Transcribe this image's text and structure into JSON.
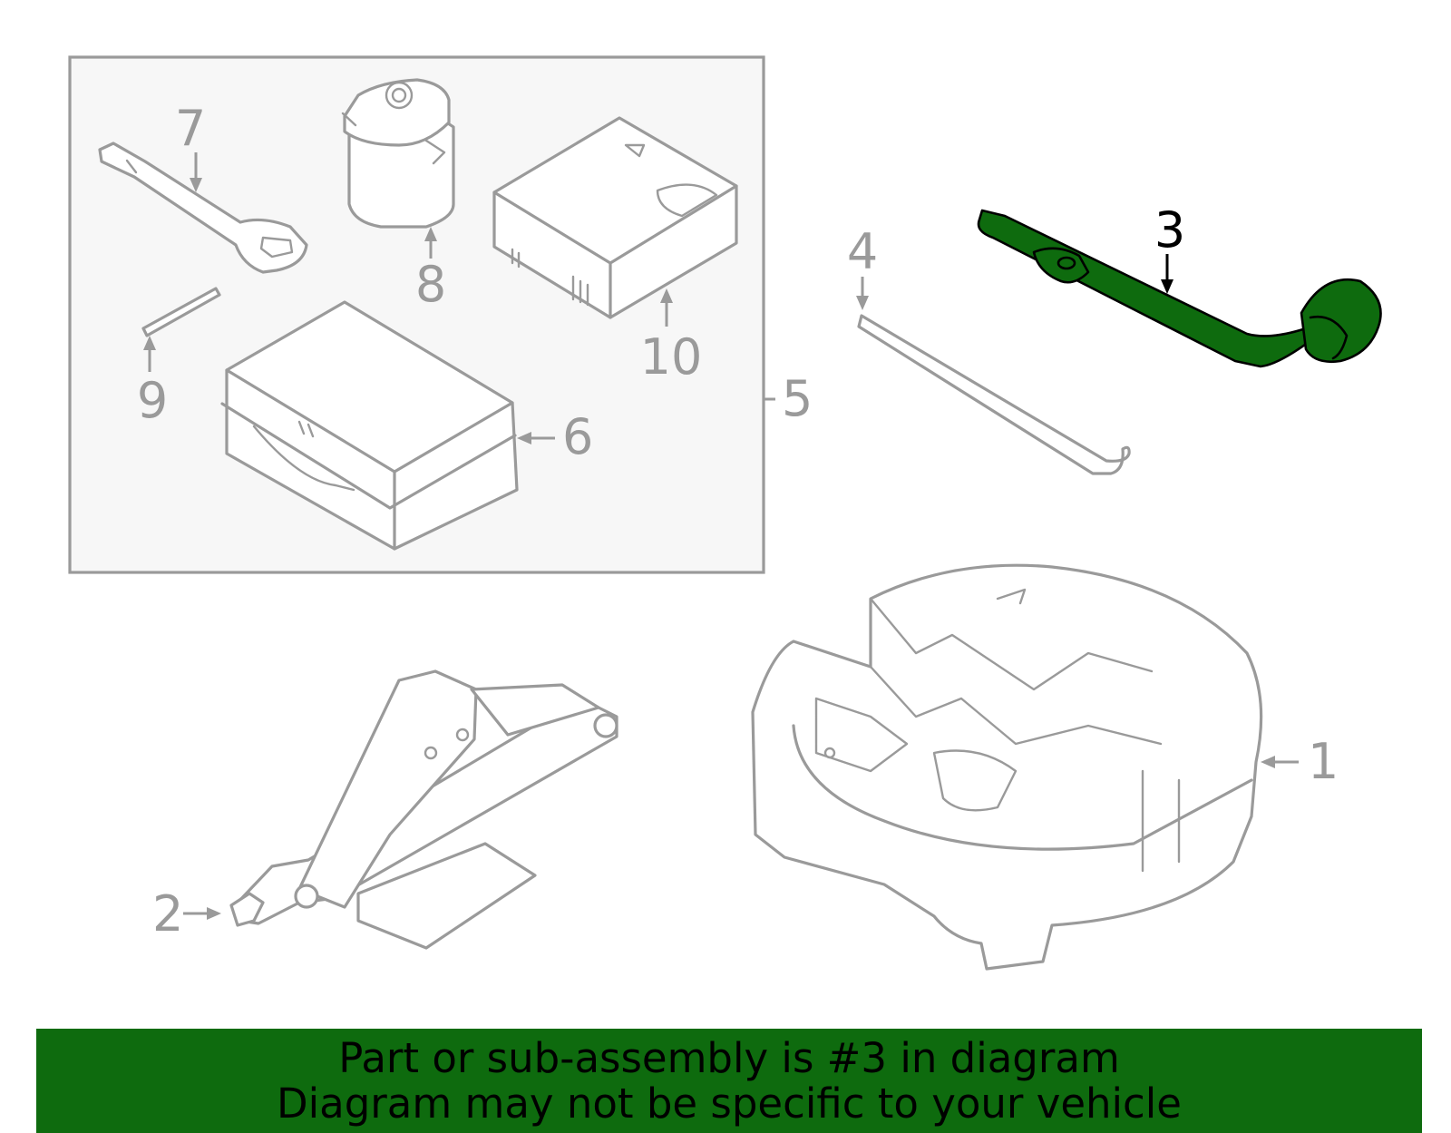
{
  "callouts": {
    "c1": "1",
    "c2": "2",
    "c3": "3",
    "c4": "4",
    "c5": "5",
    "c6": "6",
    "c7": "7",
    "c8": "8",
    "c9": "9",
    "c10": "10"
  },
  "highlighted_part": "3",
  "colors": {
    "highlight": "#0e6b0e",
    "line": "#9a9a9a",
    "kit_box_bg": "#f7f7f7",
    "banner": "#0e6b0e"
  },
  "banner": {
    "line1": "Part or sub-assembly is #3 in diagram",
    "line2": "Diagram may not be specific to your vehicle"
  }
}
